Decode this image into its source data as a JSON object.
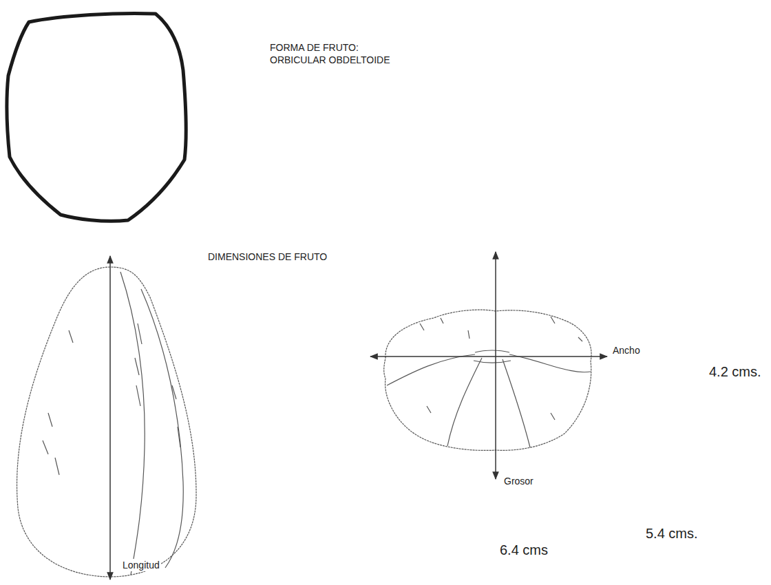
{
  "diagram": {
    "labels": [
      "FORMA DE FRUTO: ORBICULAR OBDELTOIDE",
      "DIMENSIONES DE FRUTO",
      "Longitud",
      "Ancho",
      "4.2 cms.",
      "Grosor",
      "5.4 cms.",
      "6.4 cms"
    ]
  }
}
